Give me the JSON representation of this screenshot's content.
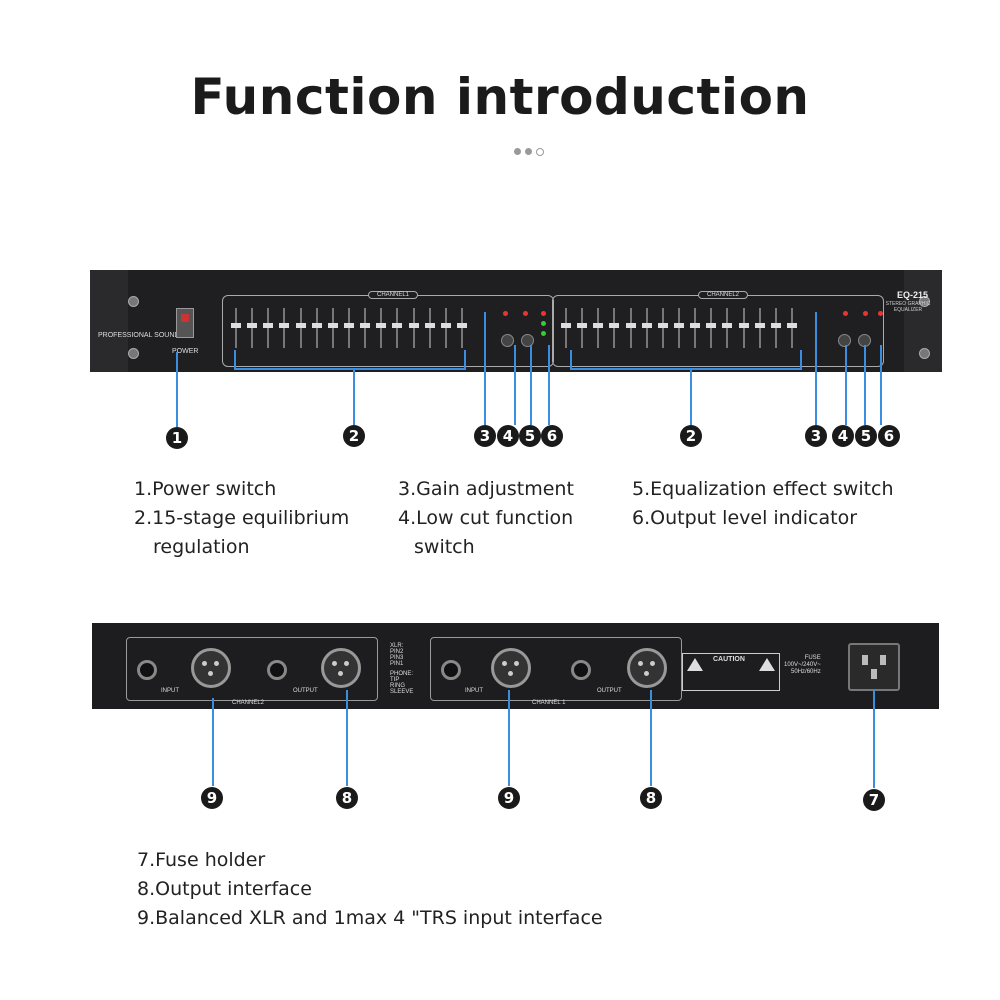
{
  "title": "Function introduction",
  "pager": {
    "dots": 3,
    "active": 2
  },
  "front_panel": {
    "brand_text": "PROFESSIONAL SOUND",
    "power_label": "POWER",
    "channel1_label": "CHANNEL1",
    "channel2_label": "CHANNEL2",
    "model": "EQ-215",
    "model_sub": "STEREO GRAPHIC EQUALIZER",
    "callouts_top": [
      "1",
      "2",
      "3",
      "4",
      "5",
      "6",
      "2",
      "3",
      "4",
      "5",
      "6"
    ]
  },
  "descriptions_front": {
    "col1": [
      "1.Power switch",
      "2.15-stage equilibrium",
      "regulation"
    ],
    "col2": [
      "3.Gain adjustment",
      "4.Low cut function",
      "switch"
    ],
    "col3": [
      "5.Equalization effect switch",
      "6.Output level indicator"
    ]
  },
  "rear_panel": {
    "input_label": "INPUT",
    "output_label": "OUTPUT",
    "channel2_label": "CHANNEL2",
    "channel1_label": "CHANNEL 1",
    "xlr_legend": [
      "XLR:",
      "PIN2",
      "PIN3",
      "PIN1"
    ],
    "phone_legend": [
      "PHONE:",
      "TIP",
      "RING",
      "SLEEVE"
    ],
    "caution_title": "CAUTION",
    "fuse_label": [
      "FUSE",
      "100V~/240V~",
      "50Hz/60Hz"
    ],
    "callouts_bottom": [
      "9",
      "8",
      "9",
      "8",
      "7"
    ]
  },
  "descriptions_rear": [
    "7.Fuse holder",
    "8.Output interface",
    "9.Balanced XLR and 1max 4 \"TRS input interface"
  ]
}
